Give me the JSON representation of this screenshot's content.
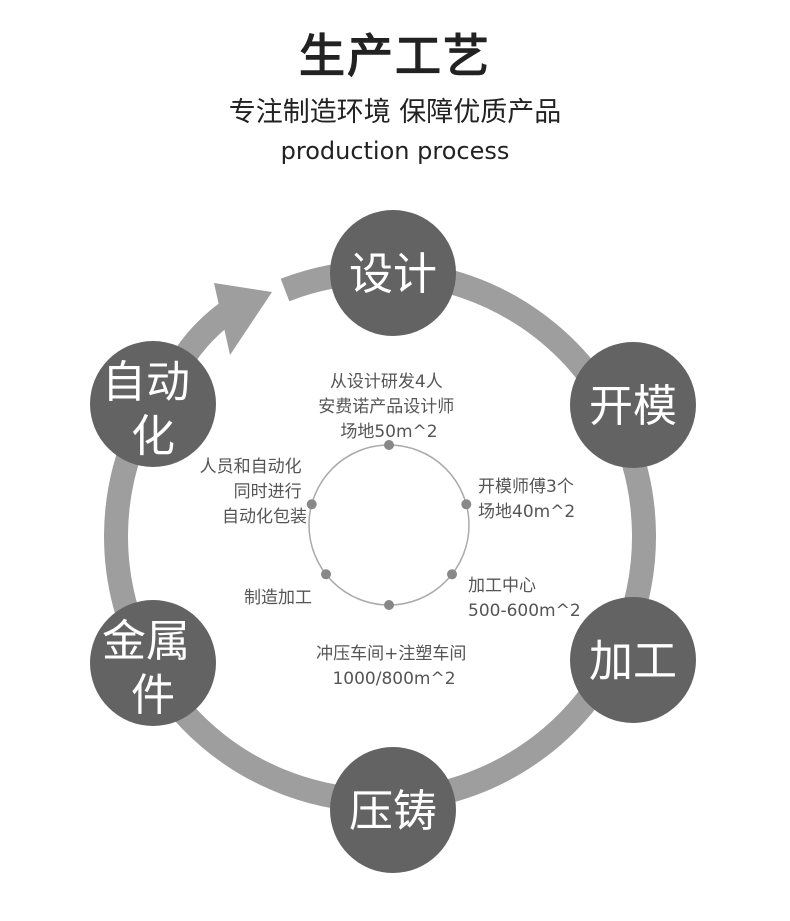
{
  "header": {
    "title": "生产工艺",
    "subtitle": "专注制造环境 保障优质产品",
    "subtitle_en": "production process"
  },
  "steps": [
    {
      "lines": [
        "设计"
      ]
    },
    {
      "lines": [
        "开模"
      ]
    },
    {
      "lines": [
        "加工"
      ]
    },
    {
      "lines": [
        "压铸"
      ]
    },
    {
      "lines": [
        "金属",
        "件"
      ]
    },
    {
      "lines": [
        "自动",
        "化"
      ]
    }
  ],
  "details": [
    {
      "lines": [
        "从设计研发4人",
        "安费诺产品设计师",
        "场地50m^2"
      ]
    },
    {
      "lines": [
        "开模师傅3个",
        "场地40m^2"
      ]
    },
    {
      "lines": [
        "加工中心",
        "500-600m^2"
      ]
    },
    {
      "lines": [
        "冲压车间+注塑车间",
        "1000/800m^2"
      ]
    },
    {
      "lines": [
        "制造加工"
      ]
    },
    {
      "lines": [
        "人员和自动化",
        "同时进行",
        "自动化包装"
      ]
    }
  ],
  "colors": {
    "ring": "#9e9e9e",
    "circle": "#636363",
    "inner_ring": "#aaaaaa",
    "dot": "#888888",
    "detail_text": "#555555"
  }
}
